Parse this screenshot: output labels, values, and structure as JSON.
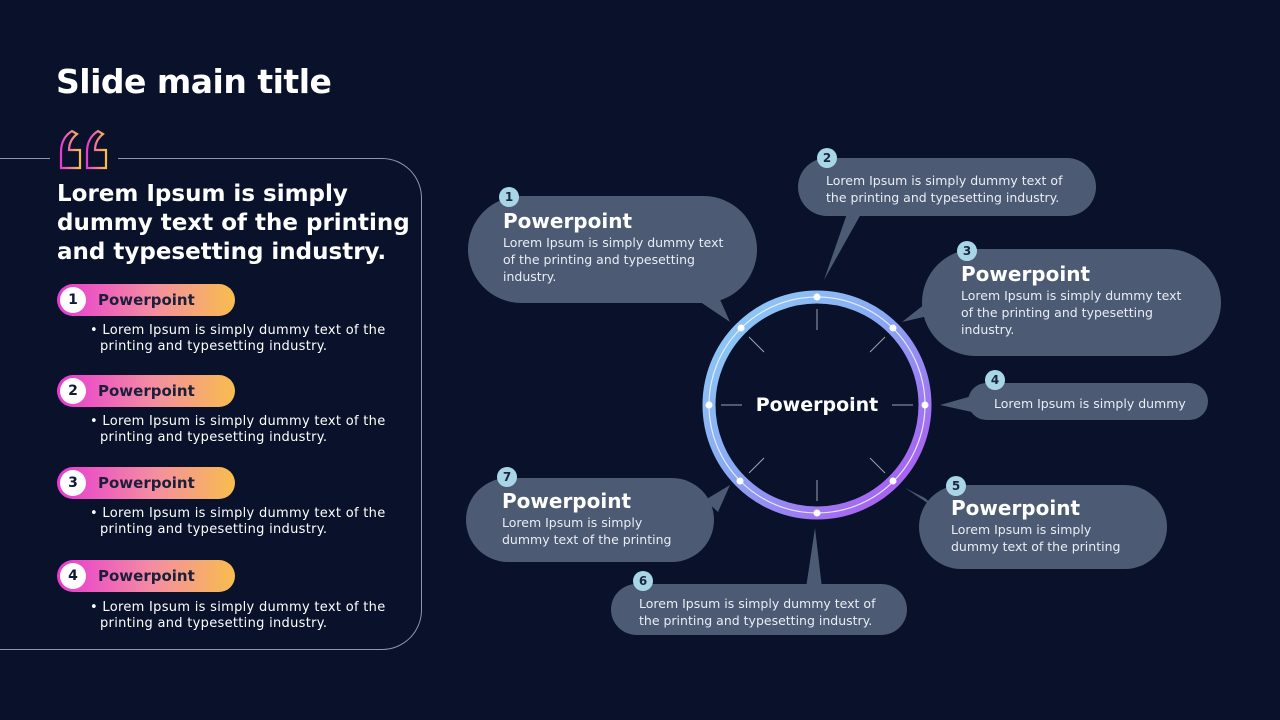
{
  "slide": {
    "title": "Slide main title"
  },
  "left_panel": {
    "quote_icon": "quote-icon",
    "lead": "Lorem Ipsum is simply dummy text of the printing and typesetting industry.",
    "items": [
      {
        "num": "1",
        "label": "Powerpoint",
        "text": "• Lorem Ipsum is simply dummy text of the printing and typesetting industry."
      },
      {
        "num": "2",
        "label": "Powerpoint",
        "text": "• Lorem Ipsum is simply dummy text of the printing and typesetting industry."
      },
      {
        "num": "3",
        "label": "Powerpoint",
        "text": "• Lorem Ipsum is simply dummy text of the printing and typesetting industry."
      },
      {
        "num": "4",
        "label": "Powerpoint",
        "text": "• Lorem Ipsum is simply dummy text of the printing and typesetting industry."
      }
    ]
  },
  "diagram": {
    "center": "Powerpoint",
    "nodes": [
      {
        "num": "1",
        "title": "Powerpoint",
        "text": "Lorem Ipsum is simply dummy text of the printing and typesetting industry."
      },
      {
        "num": "2",
        "title": "",
        "text": "Lorem Ipsum is simply dummy text of the printing and typesetting industry."
      },
      {
        "num": "3",
        "title": "Powerpoint",
        "text": "Lorem Ipsum is simply dummy text of the printing and typesetting industry."
      },
      {
        "num": "4",
        "title": "",
        "text": "Lorem Ipsum is simply dummy"
      },
      {
        "num": "5",
        "title": "Powerpoint",
        "text": "Lorem Ipsum is simply dummy text of the printing"
      },
      {
        "num": "6",
        "title": "",
        "text": "Lorem Ipsum is simply dummy text of the printing and typesetting industry."
      },
      {
        "num": "7",
        "title": "Powerpoint",
        "text": "Lorem Ipsum is simply dummy text of the printing"
      }
    ]
  },
  "colors": {
    "background": "#09122a",
    "bubble": "#4c5a73",
    "badge": "#a9d6e6",
    "ring_start": "#7fc8f2",
    "ring_end": "#a855f0",
    "pill_start": "#e83ad3",
    "pill_end": "#f8bd4d"
  }
}
